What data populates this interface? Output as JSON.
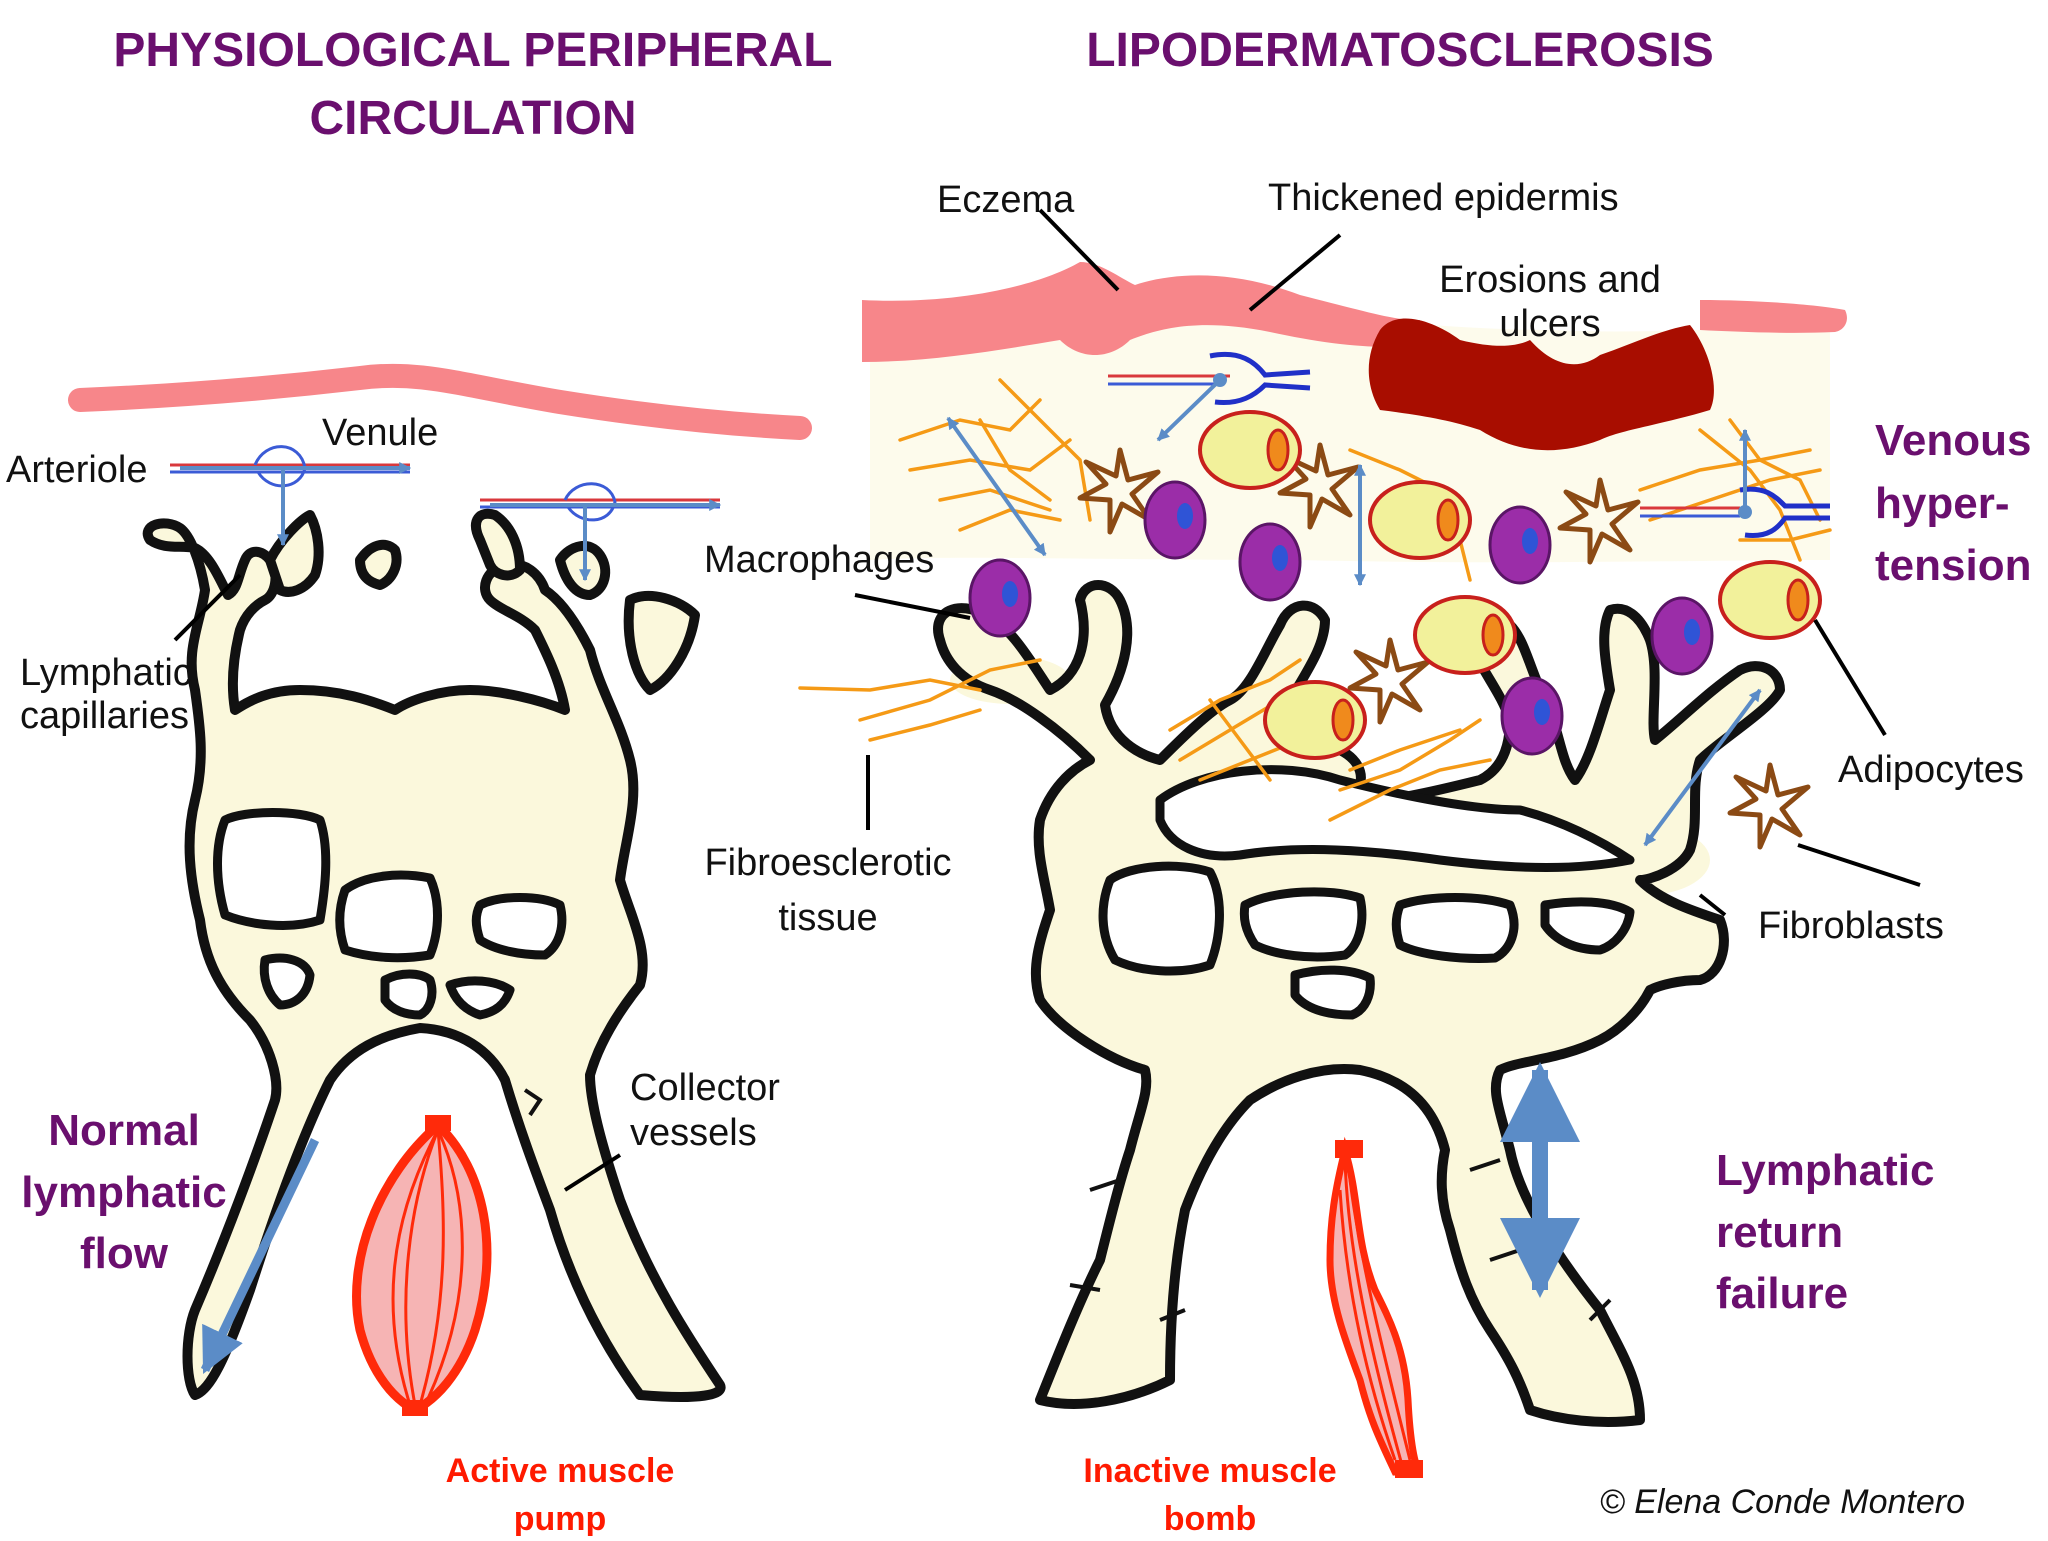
{
  "titles": {
    "left_line1": "PHYSIOLOGICAL PERIPHERAL",
    "left_line2": "CIRCULATION",
    "right": "LIPODERMATOSCLEROSIS"
  },
  "left_labels": {
    "arteriole": "Arteriole",
    "venule": "Venule",
    "lymphatic_line1": "Lymphatic",
    "lymphatic_line2": "capillaries",
    "collector_line1": "Collector",
    "collector_line2": "vessels",
    "normal_line1": "Normal",
    "normal_line2": "lymphatic",
    "normal_line3": "flow",
    "active_line1": "Active muscle",
    "active_line2": "pump"
  },
  "right_labels": {
    "eczema": "Eczema",
    "thickened": "Thickened epidermis",
    "erosions_line1": "Erosions and",
    "erosions_line2": "ulcers",
    "macrophages": "Macrophages",
    "fibro_line1": "Fibroesclerotic",
    "fibro_line2": "tissue",
    "venous_line1": "Venous",
    "venous_line2": "hyper-",
    "venous_line3": "tension",
    "adipocytes": "Adipocytes",
    "fibroblasts": "Fibroblasts",
    "return_line1": "Lymphatic",
    "return_line2": "return",
    "return_line3": "failure",
    "inactive_line1": "Inactive muscle",
    "inactive_line2": "bomb"
  },
  "credit": "© Elena Conde Montero",
  "colors": {
    "title_purple": "#6a0f6e",
    "muscle_red": "#ff1a00",
    "skin_pink": "#f7868a",
    "ulcer_red": "#a80d00",
    "lymph_fill": "#fbf8dc",
    "fiber_orange": "#f59a16",
    "macrophage_purple": "#9b2da8",
    "adipocyte_yellow": "#f2f19b",
    "fibroblast_brown": "#8b4a14",
    "arrow_blue": "#5b8cc7"
  }
}
